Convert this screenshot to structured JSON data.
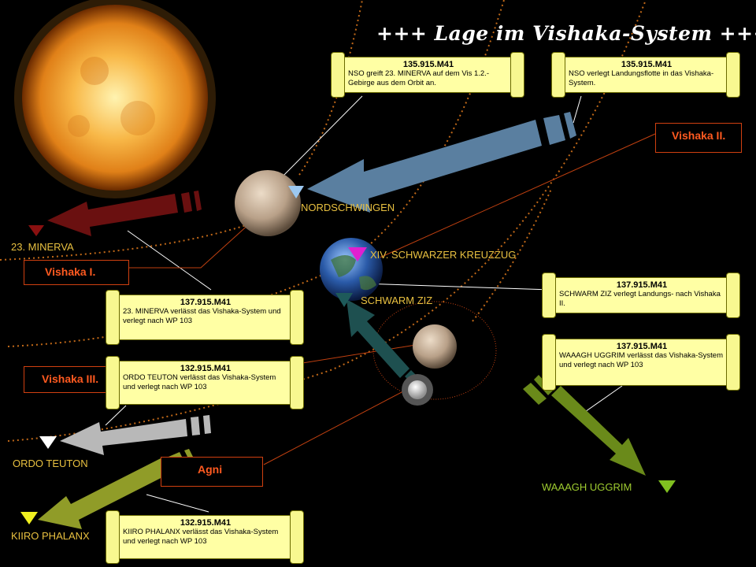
{
  "title": "+++ Lage im Vishaka-System +++",
  "planets": {
    "vishaka1": "Vishaka I.",
    "vishaka2": "Vishaka II.",
    "vishaka3": "Vishaka III.",
    "agni": "Agni"
  },
  "forces": {
    "nordschwingen": "NORDSCHWINGEN",
    "minerva": "23. MINERVA",
    "kreuzzug": "XIV. SCHWARZER KREUZZUG",
    "ziz": "SCHWARM ZIZ",
    "teuton": "ORDO TEUTON",
    "kiiro": "KIIRO PHALANX",
    "uggrim": "WAAAGH UGGRIM"
  },
  "events": [
    {
      "date": "135.915.M41",
      "text": "NSO greift 23. MINERVA auf dem Vis 1.2.- Gebirge aus dem Orbit an."
    },
    {
      "date": "135.915.M41",
      "text": "NSO verlegt Landungsflotte in das Vishaka-System."
    },
    {
      "date": "137.915.M41",
      "text": "SCHWARM ZIZ verlegt Landungs- nach Vishaka II."
    },
    {
      "date": "137.915.M41",
      "text": "WAAAGH UGGRIM verlässt das Vishaka-System und verlegt nach WP 103"
    },
    {
      "date": "137.915.M41",
      "text": "23. MINERVA verlässt das Vishaka-System und verlegt nach WP 103"
    },
    {
      "date": "132.915.M41",
      "text": "ORDO TEUTON verlässt das Vishaka-System und verlegt nach WP 103"
    },
    {
      "date": "132.915.M41",
      "text": "KIIRO PHALANX verlässt das Vishaka-System und verlegt nach WP 103"
    }
  ]
}
